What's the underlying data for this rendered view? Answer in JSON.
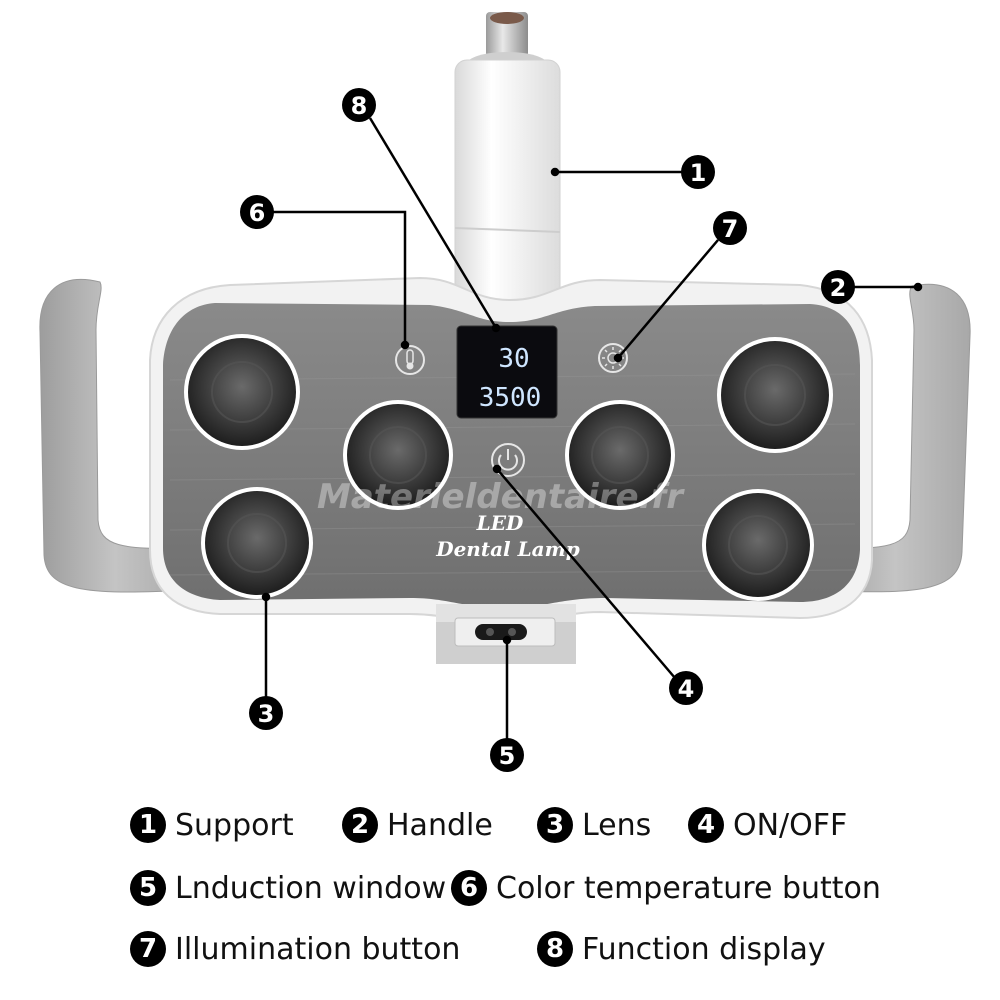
{
  "display": {
    "line1": "30",
    "line2": "3500"
  },
  "lamp_text": {
    "line1": "LED",
    "line2": "Dental Lamp"
  },
  "watermark": "Materieldentaire.fr",
  "callouts": [
    "1",
    "2",
    "3",
    "4",
    "5",
    "6",
    "7",
    "8"
  ],
  "legend": [
    {
      "num": "1",
      "label": "Support"
    },
    {
      "num": "2",
      "label": "Handle"
    },
    {
      "num": "3",
      "label": "Lens"
    },
    {
      "num": "4",
      "label": "ON/OFF"
    },
    {
      "num": "5",
      "label": "Lnduction window"
    },
    {
      "num": "6",
      "label": "Color temperature button"
    },
    {
      "num": "7",
      "label": "Illumination button"
    },
    {
      "num": "8",
      "label": "Function display"
    }
  ],
  "colors": {
    "body_gray": "#7f7f7f",
    "frame": "#f0f0f0",
    "handle": "#b4b4b4",
    "display_digits": "#cfe6ff",
    "badge": "#000000"
  }
}
